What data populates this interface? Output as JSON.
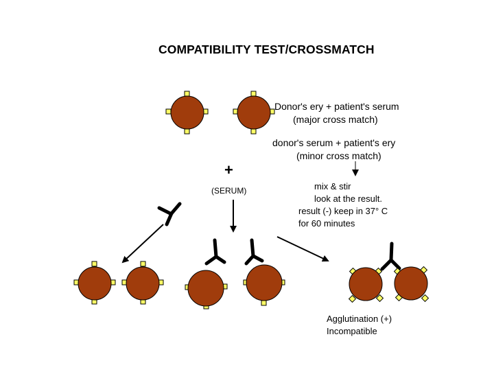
{
  "title": "COMPATIBILITY TEST/CROSSMATCH",
  "labels": {
    "major_line1": "Donor's ery + patient's serum",
    "major_line2": "(major cross match)",
    "minor_line1": "donor's serum +  patient's ery",
    "minor_line2": "(minor cross match)",
    "plus": "+",
    "serum": "(SERUM)",
    "step1": "mix & stir",
    "step2": "look at the result.",
    "step3": "result (-) keep in  37° C",
    "step4": "for 60 minutes",
    "result_line1": "Agglutination (+)",
    "result_line2": "Incompatible"
  },
  "colors": {
    "cell": "#a03c0c",
    "antigen": "#ffff66",
    "outline": "#000000"
  }
}
